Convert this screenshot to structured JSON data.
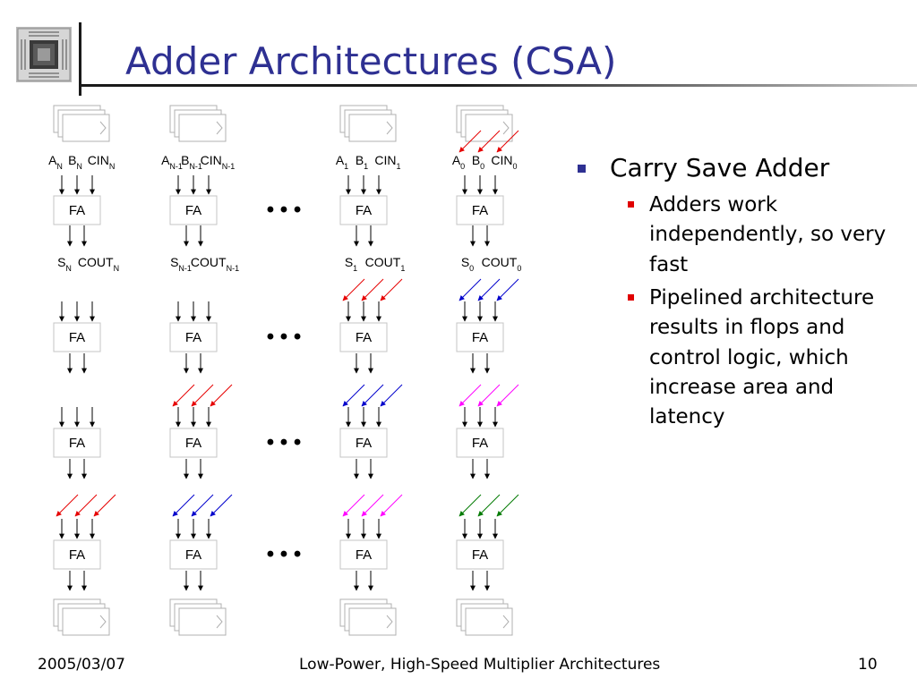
{
  "slide": {
    "title": "Adder Architectures (CSA)",
    "bullets": [
      {
        "text": "Carry Save Adder",
        "sub": [
          "Adders work independently, so very fast",
          "Pipelined architecture results in flops and control logic, which increase area and latency"
        ]
      }
    ]
  },
  "footer": {
    "date": "2005/03/07",
    "title": "Low-Power, High-Speed Multiplier Architectures",
    "page": "10"
  },
  "diagram": {
    "fa_label": "FA",
    "ellipsis": "• • •",
    "columns": [
      {
        "inputs": [
          [
            "A",
            "N"
          ],
          [
            "B",
            "N"
          ],
          [
            "CIN",
            "N"
          ]
        ],
        "outputs": [
          [
            "S",
            "N"
          ],
          [
            "COUT",
            "N"
          ]
        ]
      },
      {
        "inputs": [
          [
            "A",
            "N-1"
          ],
          [
            "B",
            "N-1"
          ],
          [
            "CIN",
            "N-1"
          ]
        ],
        "outputs": [
          [
            "S",
            "N-1"
          ],
          [
            "COUT",
            "N-1"
          ]
        ]
      },
      {
        "inputs": [
          [
            "A",
            "1"
          ],
          [
            "B",
            "1"
          ],
          [
            "CIN",
            "1"
          ]
        ],
        "outputs": [
          [
            "S",
            "1"
          ],
          [
            "COUT",
            "1"
          ]
        ]
      },
      {
        "inputs": [
          [
            "A",
            "0"
          ],
          [
            "B",
            "0"
          ],
          [
            "CIN",
            "0"
          ]
        ],
        "outputs": [
          [
            "S",
            "0"
          ],
          [
            "COUT",
            "0"
          ]
        ]
      }
    ],
    "colors": {
      "red": "#e60000",
      "blue": "#0000cc",
      "magenta": "#ff00ff",
      "green": "#007a00",
      "title": "#2e3092",
      "bullet_red": "#e00000"
    }
  }
}
